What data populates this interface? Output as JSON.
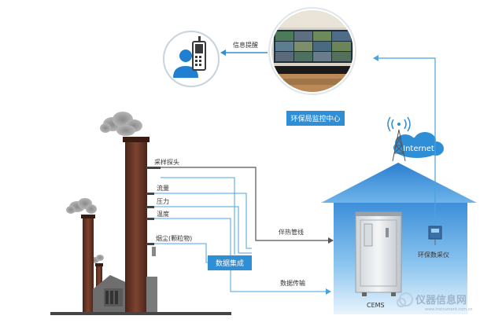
{
  "labels": {
    "sampling_probe": "采样探头",
    "flow": "流量",
    "pressure": "压力",
    "temperature": "温度",
    "dust": "烟尘(颗粒物)",
    "data_integration": "数据集成",
    "heat_trace_pipe": "伴热管线",
    "data_transmission": "数据传输",
    "cems": "CEMS",
    "env_data_collector": "环保数采仪",
    "internet": "Internet",
    "monitoring_center": "环保局监控中心",
    "info_alert": "信息提醒"
  },
  "watermark": {
    "main": "仪器信息网",
    "sub": "www.instrument.com.cn"
  },
  "colors": {
    "accent_blue": "#2f8fd6",
    "house_blue": "#5aa9e6",
    "chimney_brown": "#6b3a2a",
    "line_blue": "#4aa3df",
    "factory_gray": "#7a7a7a"
  }
}
